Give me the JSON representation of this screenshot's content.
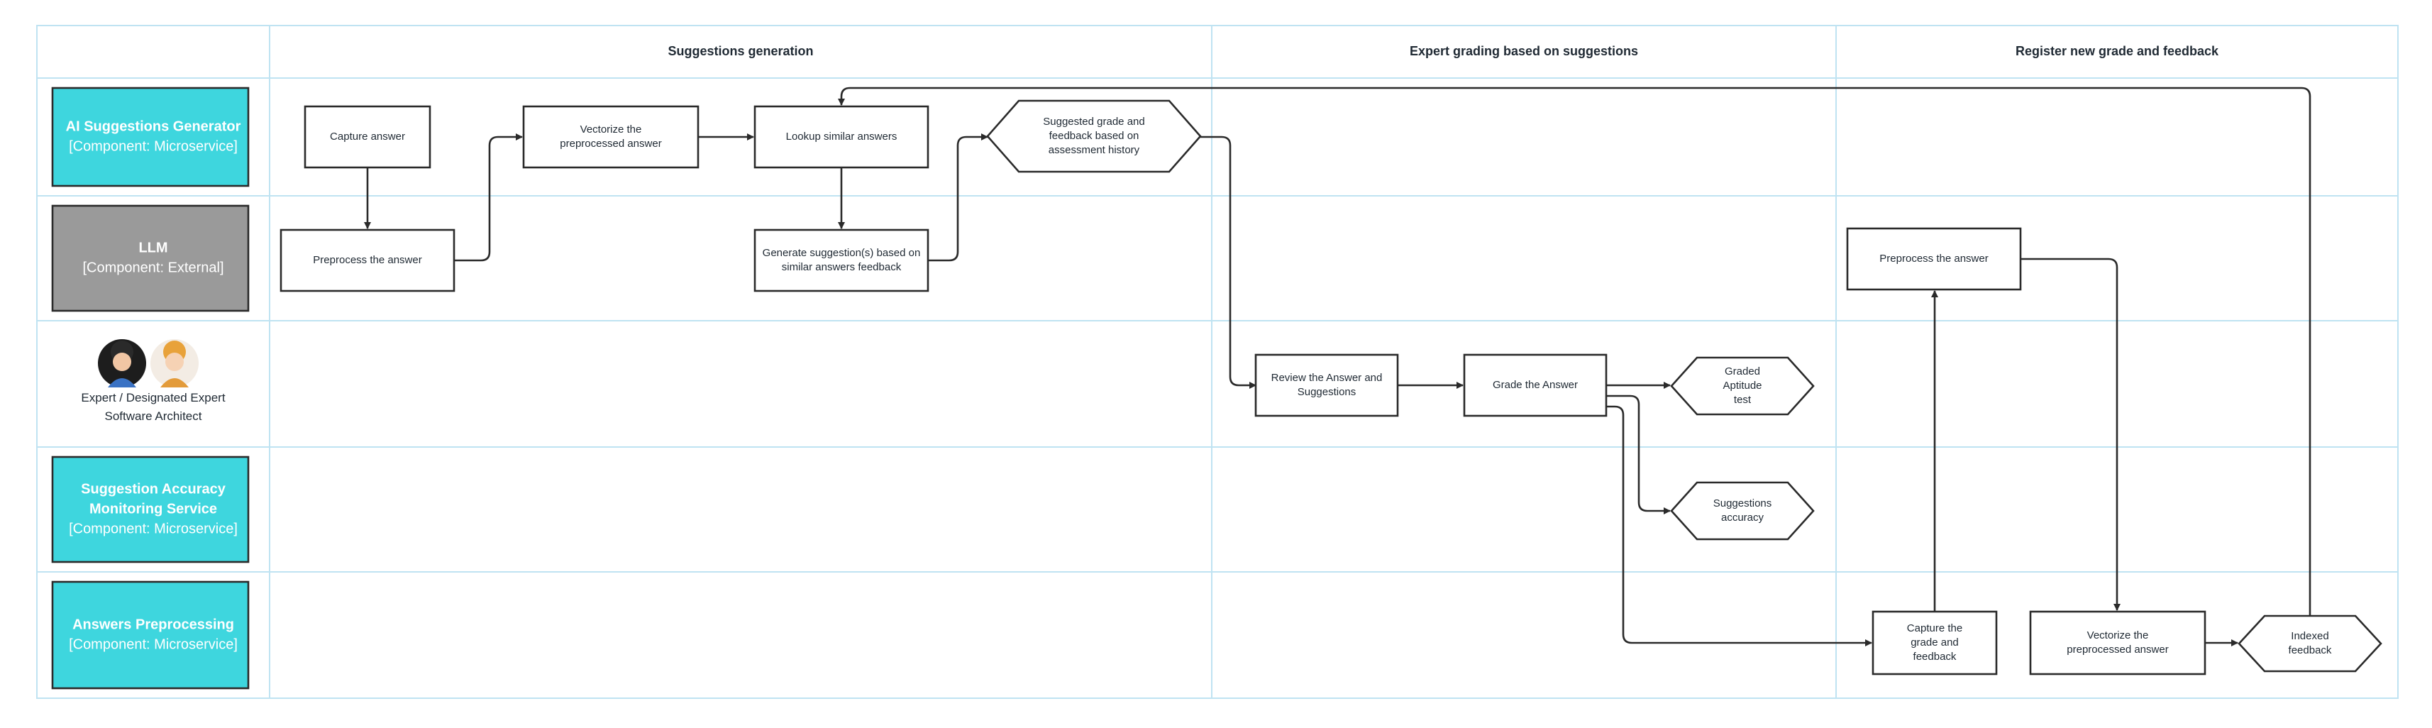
{
  "colors": {
    "microservice_lane": "#3ed6de",
    "external_lane": "#9a9a9a",
    "grid": "#bfe3f2",
    "line": "#2a2a2a"
  },
  "phases": [
    {
      "id": "suggestions",
      "label": "Suggestions generation"
    },
    {
      "id": "grading",
      "label": "Expert grading based on suggestions"
    },
    {
      "id": "register",
      "label": "Register new grade and feedback"
    }
  ],
  "lanes": [
    {
      "id": "ai",
      "name": "AI Suggestions Generator",
      "sub": "[Component: Microservice]",
      "kind": "microservice"
    },
    {
      "id": "llm",
      "name": "LLM",
      "sub": "[Component: External]",
      "kind": "external"
    },
    {
      "id": "expert",
      "name": "Expert / Designated Expert",
      "sub": "Software Architect",
      "kind": "actor",
      "icons": [
        "expert-avatar-icon",
        "architect-avatar-icon"
      ]
    },
    {
      "id": "accuracy",
      "name": "Suggestion Accuracy Monitoring Service",
      "sub": "[Component: Microservice]",
      "kind": "microservice"
    },
    {
      "id": "preproc",
      "name": "Answers Preprocessing",
      "sub": "[Component: Microservice]",
      "kind": "microservice"
    }
  ],
  "nodes": [
    {
      "id": "capture",
      "shape": "rect",
      "text": "Capture answer"
    },
    {
      "id": "preprocess1",
      "shape": "rect",
      "text": "Preprocess the answer"
    },
    {
      "id": "vectorize1",
      "shape": "rect",
      "text": "Vectorize the preprocessed answer"
    },
    {
      "id": "lookup",
      "shape": "rect",
      "text": "Lookup similar answers"
    },
    {
      "id": "generate",
      "shape": "rect",
      "text": "Generate suggestion(s) based on similar answers feedback"
    },
    {
      "id": "suggested",
      "shape": "hexagon",
      "text": "Suggested grade and feedback based on assessment history"
    },
    {
      "id": "review",
      "shape": "rect",
      "text": "Review the Answer and Suggestions"
    },
    {
      "id": "grade",
      "shape": "rect",
      "text": "Grade the Answer"
    },
    {
      "id": "graded",
      "shape": "hexagon",
      "text": "Graded Aptitude test"
    },
    {
      "id": "accuracy_out",
      "shape": "hexagon",
      "text": "Suggestions accuracy"
    },
    {
      "id": "capture_grade",
      "shape": "rect",
      "text": "Capture the grade and feedback"
    },
    {
      "id": "preprocess2",
      "shape": "rect",
      "text": "Preprocess the answer"
    },
    {
      "id": "vectorize2",
      "shape": "rect",
      "text": "Vectorize the preprocessed answer"
    },
    {
      "id": "indexed",
      "shape": "hexagon",
      "text": "Indexed feedback"
    }
  ],
  "edges": [
    {
      "from": "capture",
      "to": "preprocess1"
    },
    {
      "from": "preprocess1",
      "to": "vectorize1"
    },
    {
      "from": "vectorize1",
      "to": "lookup"
    },
    {
      "from": "lookup",
      "to": "generate"
    },
    {
      "from": "generate",
      "to": "suggested"
    },
    {
      "from": "suggested",
      "to": "review"
    },
    {
      "from": "review",
      "to": "grade"
    },
    {
      "from": "grade",
      "to": "graded"
    },
    {
      "from": "grade",
      "to": "accuracy_out"
    },
    {
      "from": "grade",
      "to": "capture_grade"
    },
    {
      "from": "capture_grade",
      "to": "preprocess2"
    },
    {
      "from": "preprocess2",
      "to": "vectorize2"
    },
    {
      "from": "vectorize2",
      "to": "indexed"
    },
    {
      "from": "indexed",
      "to": "lookup"
    }
  ]
}
